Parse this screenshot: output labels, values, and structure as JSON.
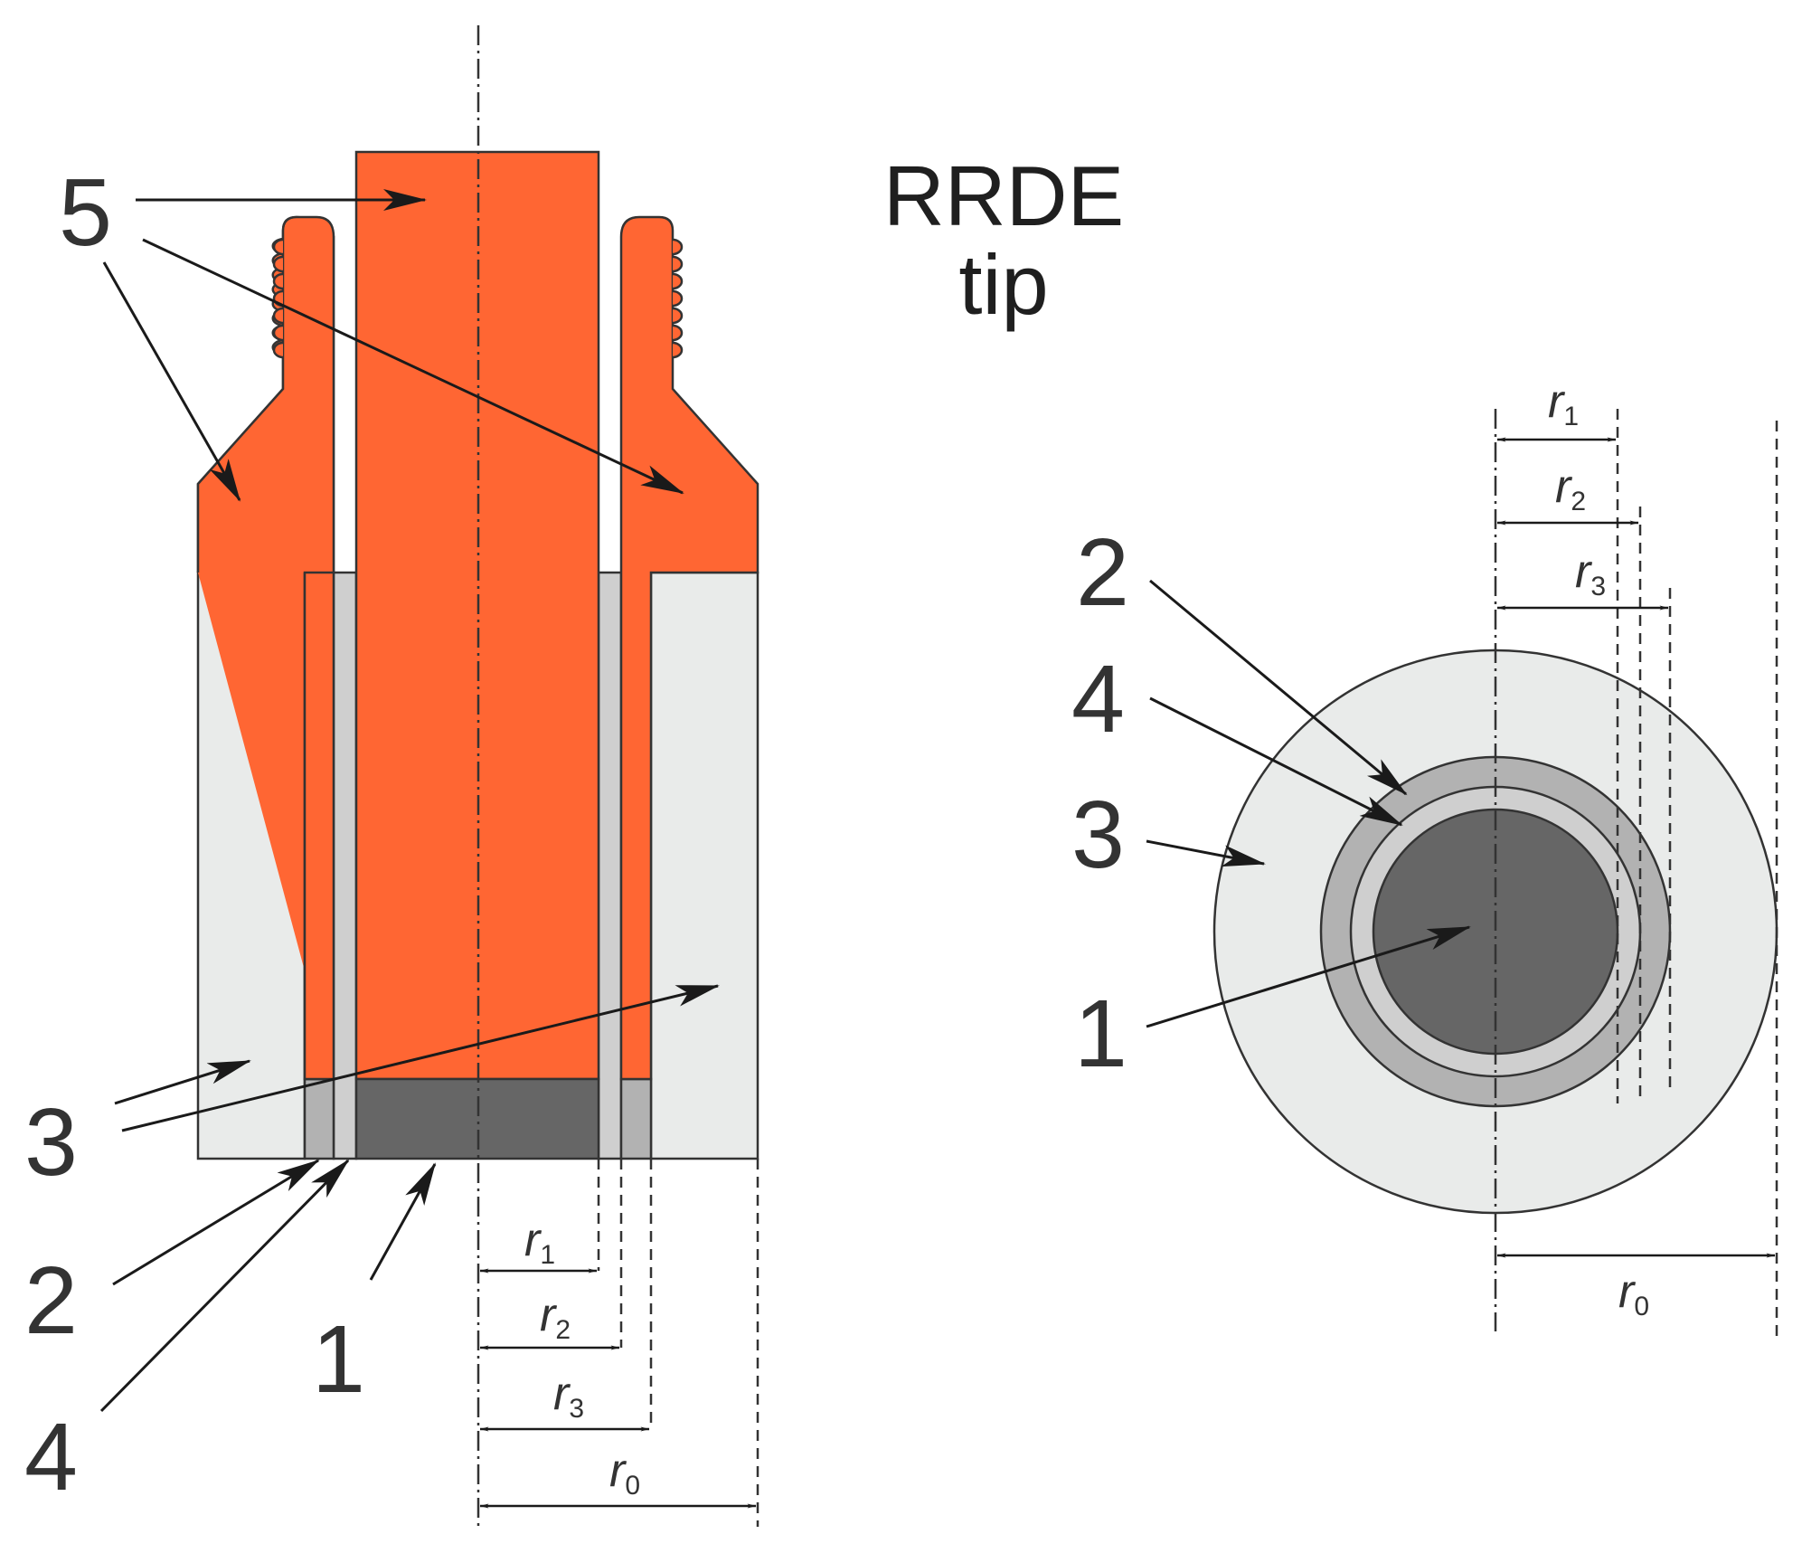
{
  "title": {
    "line1": "RRDE",
    "line2": "tip"
  },
  "callouts": {
    "left": {
      "disk": "1",
      "ring": "2",
      "insulator": "3",
      "gap": "4",
      "body": "5"
    },
    "right": {
      "disk": "1",
      "ring": "2",
      "insulator": "3",
      "gap": "4"
    }
  },
  "radii": {
    "symbol": "r",
    "r0_sub": "0",
    "r1_sub": "1",
    "r2_sub": "2",
    "r3_sub": "3"
  },
  "colors": {
    "body_orange": "#ff6633",
    "insulator": "#e9ebea",
    "gap_gray": "#cfcfcf",
    "ring_gray": "#b2b2b2",
    "disk_dark": "#666666",
    "stroke": "#333333"
  }
}
